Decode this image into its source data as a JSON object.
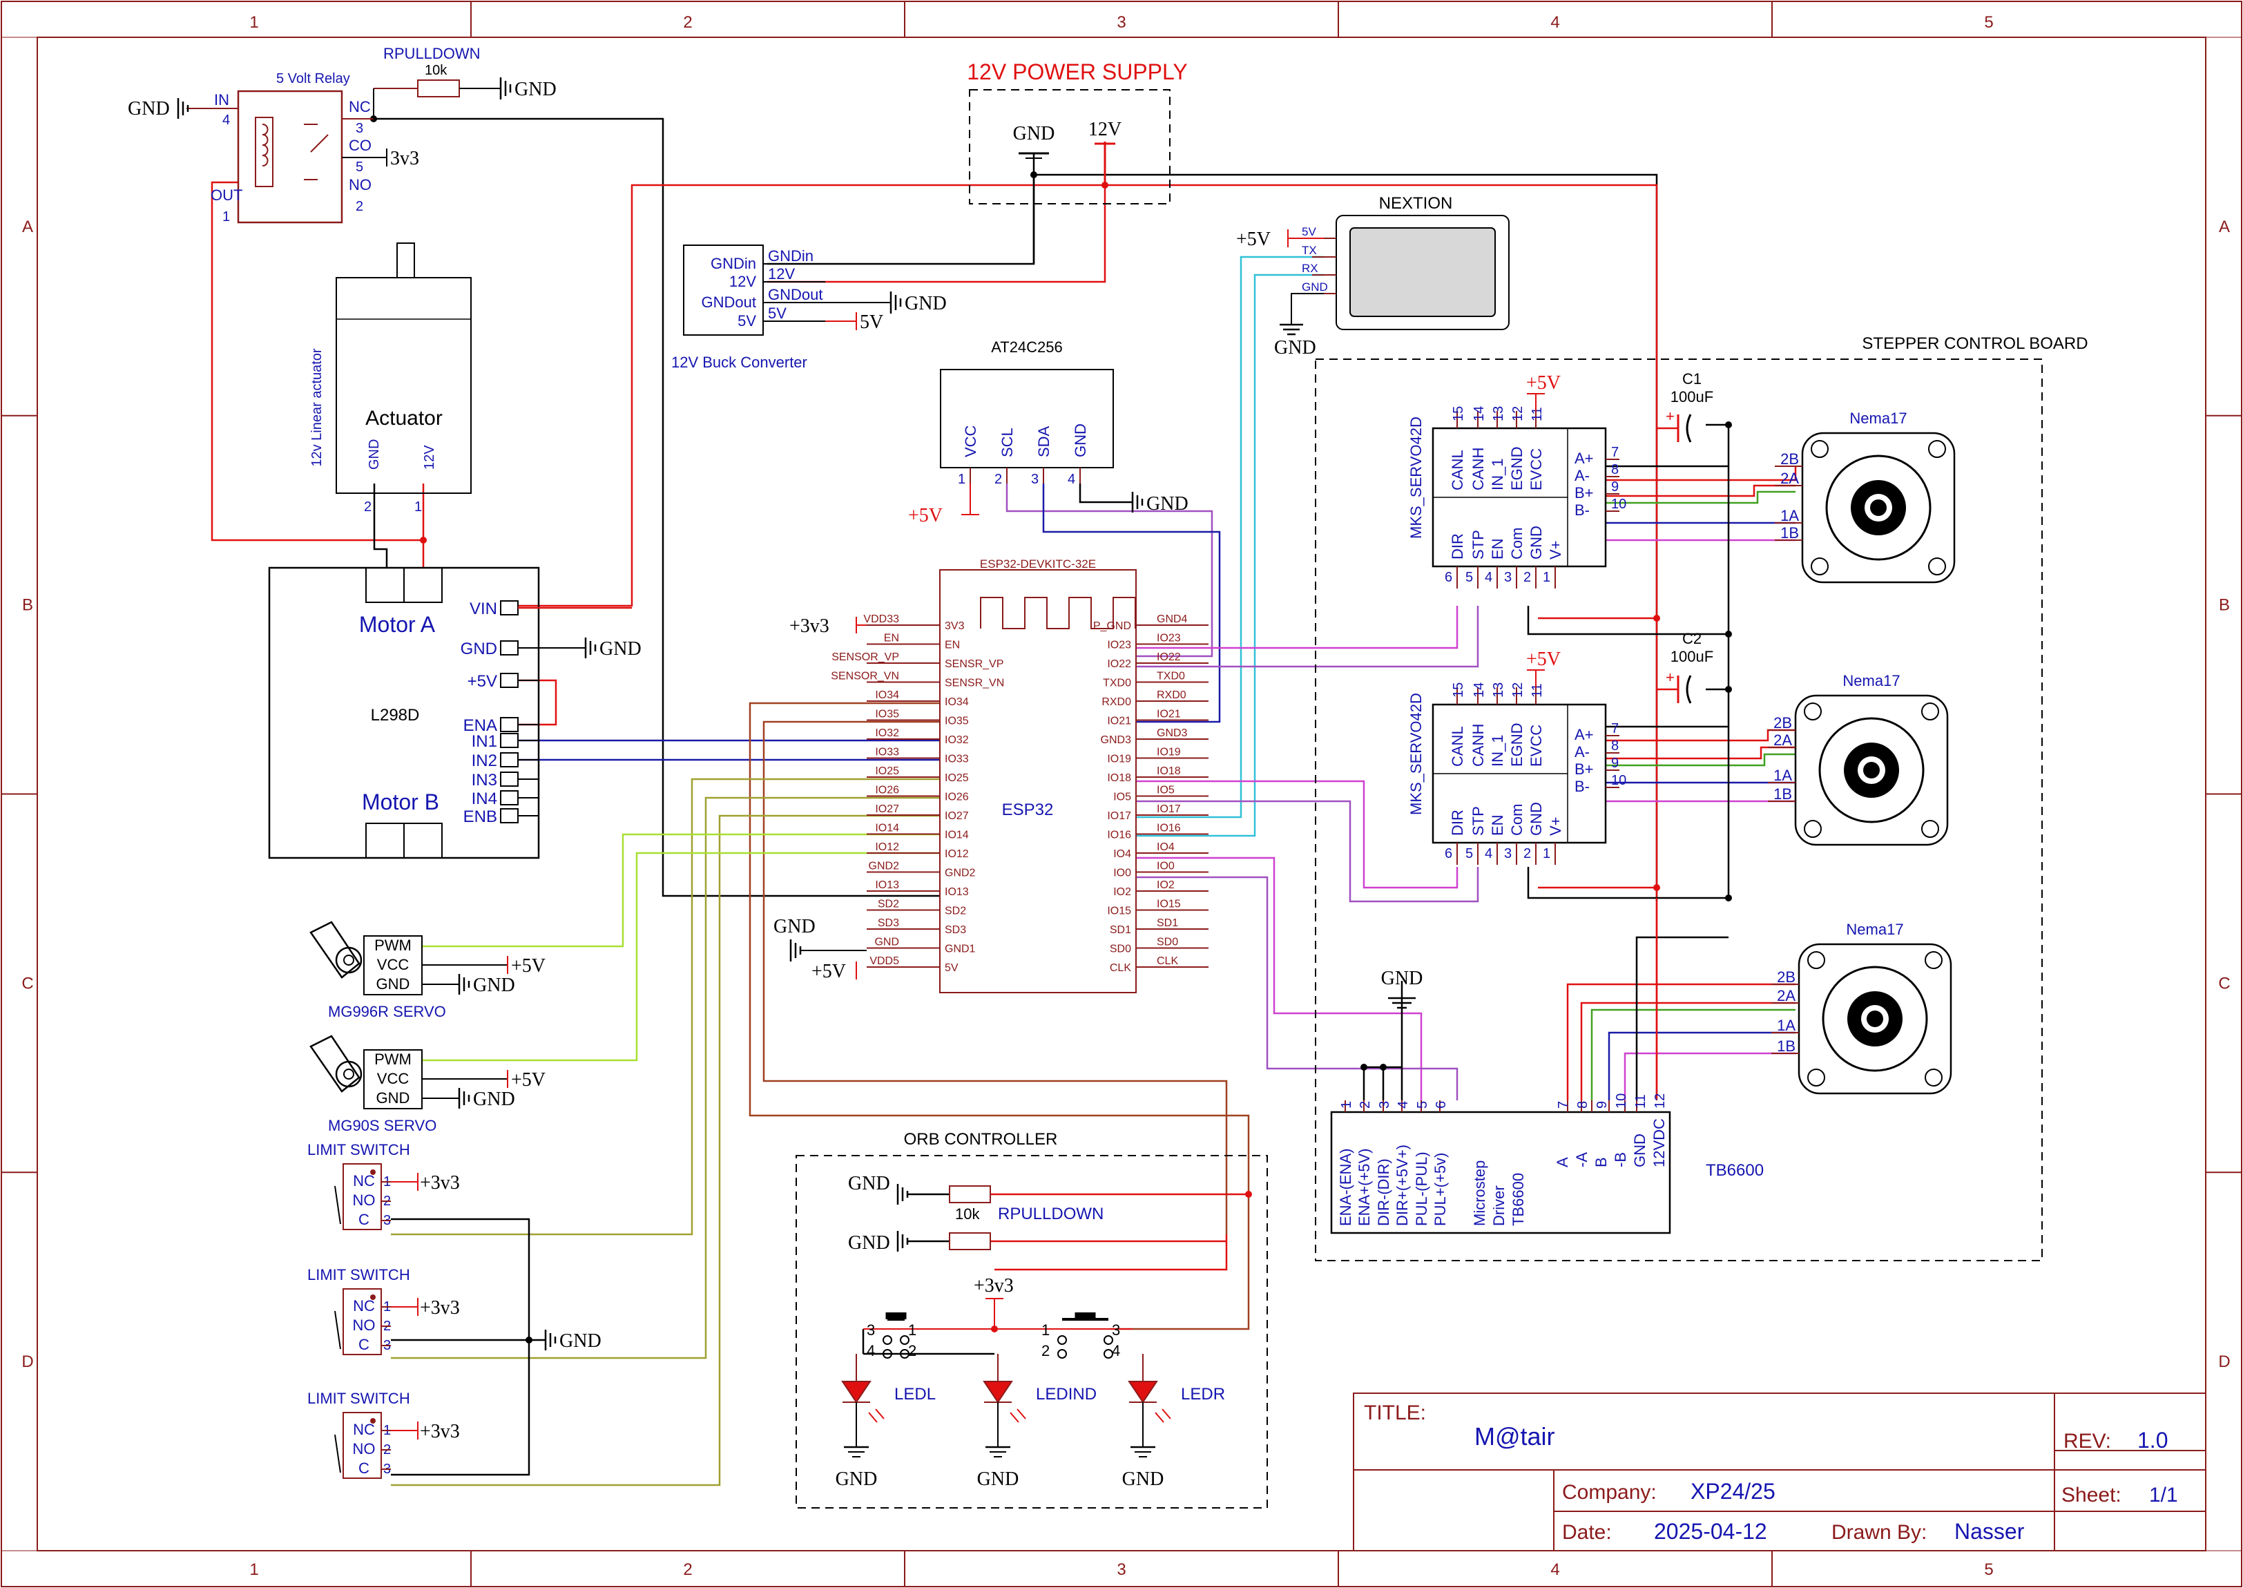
{
  "colors": {
    "frame": "#8b1a1a",
    "label": "#1515b0",
    "red": "#e01010",
    "wire_black": "#000000",
    "wire_red": "#e01010",
    "wire_blue": "#1a1aa8",
    "wire_purple": "#a050c0",
    "wire_magenta": "#d040d0",
    "wire_cyan": "#30c0d8",
    "wire_green": "#40a020",
    "wire_lime": "#a8e030",
    "wire_olive": "#a0a030",
    "wire_brown": "#a04020",
    "led_fill": "#e01010"
  },
  "border": {
    "columns": [
      "1",
      "2",
      "3",
      "4",
      "5"
    ],
    "rows": [
      "A",
      "B",
      "C",
      "D"
    ]
  },
  "power_supply": {
    "title": "12V POWER SUPPLY",
    "gnd": "GND",
    "v12": "12V"
  },
  "relay": {
    "name": "5 Volt Relay",
    "pin_in": "IN",
    "pin_in_num": "4",
    "pin_out": "OUT",
    "pin_out_num": "1",
    "nc": "NC",
    "nc_num": "3",
    "co": "CO",
    "co_num": "5",
    "no": "NO",
    "no_num": "2",
    "gnd": "GND",
    "v33": "3v3"
  },
  "rpulldown_top": {
    "name": "RPULLDOWN",
    "value": "10k",
    "gnd": "GND"
  },
  "actuator": {
    "name": "Actuator",
    "type": "12v Linear actuator",
    "pin_gnd": "GND",
    "pin_12v": "12V",
    "num_gnd": "2",
    "num_12v": "1"
  },
  "buck": {
    "name": "12V Buck Converter",
    "pins": [
      "GNDin",
      "12V",
      "GNDout",
      "5V"
    ],
    "nets": [
      "GNDin",
      "12V",
      "GNDout",
      "5V"
    ],
    "gnd": "GND",
    "v5": "5V"
  },
  "eeprom": {
    "name": "AT24C256",
    "pins": [
      "VCC",
      "SCL",
      "SDA",
      "GND"
    ],
    "nums": [
      "1",
      "2",
      "3",
      "4"
    ],
    "v5": "+5V",
    "gnd": "GND"
  },
  "nextion": {
    "name": "NEXTION",
    "pins": [
      "5V",
      "TX",
      "RX",
      "GND"
    ],
    "v5": "+5V",
    "gnd": "GND"
  },
  "l298d": {
    "name": "L298D",
    "motor_a": "Motor A",
    "motor_b": "Motor B",
    "pins": [
      "VIN",
      "GND",
      "+5V",
      "ENA",
      "IN1",
      "IN2",
      "IN3",
      "IN4",
      "ENB"
    ],
    "gnd": "GND"
  },
  "esp32": {
    "part": "ESP32-DEVKITC-32E",
    "name": "ESP32",
    "left_nets": [
      "VDD33",
      "EN",
      "SENSOR_VP",
      "SENSOR_VN",
      "IO34",
      "IO35",
      "IO32",
      "IO33",
      "IO25",
      "IO26",
      "IO27",
      "IO14",
      "IO12",
      "GND2",
      "IO13",
      "SD2",
      "SD3",
      "GND",
      "VDD5"
    ],
    "left_pins": [
      "3V3",
      "EN",
      "SENSR_VP",
      "SENSR_VN",
      "IO34",
      "IO35",
      "IO32",
      "IO33",
      "IO25",
      "IO26",
      "IO27",
      "IO14",
      "IO12",
      "GND2",
      "IO13",
      "SD2",
      "SD3",
      "GND1",
      "5V"
    ],
    "right_pins": [
      "P_GND",
      "IO23",
      "IO22",
      "TXD0",
      "RXD0",
      "IO21",
      "GND3",
      "IO19",
      "IO18",
      "IO5",
      "IO17",
      "IO16",
      "IO4",
      "IO0",
      "IO2",
      "IO15",
      "SD1",
      "SD0",
      "CLK"
    ],
    "right_nets": [
      "GND4",
      "IO23",
      "IO22",
      "TXD0",
      "RXD0",
      "IO21",
      "GND3",
      "IO19",
      "IO18",
      "IO5",
      "IO17",
      "IO16",
      "IO4",
      "IO0",
      "IO2",
      "IO15",
      "SD1",
      "SD0",
      "CLK"
    ],
    "v33": "+3v3",
    "gnd": "GND",
    "v5": "+5V"
  },
  "servo1": {
    "name": "MG996R SERVO",
    "pins": [
      "PWM",
      "VCC",
      "GND"
    ],
    "v5": "+5V",
    "gnd": "GND"
  },
  "servo2": {
    "name": "MG90S SERVO",
    "pins": [
      "PWM",
      "VCC",
      "GND"
    ],
    "v5": "+5V",
    "gnd": "GND"
  },
  "limit_switches": [
    {
      "name": "LIMIT SWITCH",
      "pins": [
        "NC",
        "NO",
        "C"
      ],
      "nums": [
        "1",
        "2",
        "3"
      ],
      "v33": "+3v3"
    },
    {
      "name": "LIMIT SWITCH",
      "pins": [
        "NC",
        "NO",
        "C"
      ],
      "nums": [
        "1",
        "2",
        "3"
      ],
      "v33": "+3v3"
    },
    {
      "name": "LIMIT SWITCH",
      "pins": [
        "NC",
        "NO",
        "C"
      ],
      "nums": [
        "1",
        "2",
        "3"
      ],
      "v33": "+3v3"
    }
  ],
  "limit_gnd": "GND",
  "orb": {
    "title": "ORB CONTROLLER",
    "gnd": "GND",
    "resistor_value": "10k",
    "rpulldown": "RPULLDOWN",
    "v33": "+3v3",
    "switch_nums": [
      "3",
      "4",
      "1",
      "2"
    ],
    "leds": [
      "LEDL",
      "LEDIND",
      "LEDR"
    ]
  },
  "stepper_board": {
    "title": "STEPPER CONTROL BOARD",
    "driver_name": "MKS_SERVO42D",
    "top_nums": [
      "15",
      "14",
      "13",
      "12",
      "11"
    ],
    "top_pins": [
      "CANL",
      "CANH",
      "IN_1",
      "EGND",
      "EVCC"
    ],
    "bottom_pins": [
      "DIR",
      "STP",
      "EN",
      "Com",
      "GND",
      "V+"
    ],
    "bottom_nums": [
      "6",
      "5",
      "4",
      "3",
      "2",
      "1"
    ],
    "right_pins": [
      "A+",
      "A-",
      "B+",
      "B-"
    ],
    "right_nums": [
      "7",
      "8",
      "9",
      "10"
    ],
    "v5": "+5V",
    "c1": {
      "name": "C1",
      "value": "100uF"
    },
    "c2": {
      "name": "C2",
      "value": "100uF"
    },
    "motor": "Nema17",
    "coil_labels": [
      "2B",
      "2A",
      "1A",
      "1B"
    ],
    "tb6600": {
      "name": "TB6600",
      "left_pins": [
        "ENA-(ENA)",
        "ENA+(+5V)",
        "DIR-(DIR)",
        "DIR+(+5V+)",
        "PUL-(PUL)",
        "PUL+(+5v)"
      ],
      "left_nums": [
        "1",
        "2",
        "3",
        "4",
        "5",
        "6"
      ],
      "desc": [
        "Microstep",
        "Driver",
        "TB6600"
      ],
      "right_pins": [
        "A",
        "-A",
        "B",
        "-B",
        "GND",
        "12VDC"
      ],
      "right_nums": [
        "7",
        "8",
        "9",
        "10",
        "11",
        "12"
      ],
      "gnd": "GND"
    }
  },
  "title_block": {
    "title_label": "TITLE:",
    "title": "M@tair",
    "rev_label": "REV:",
    "rev": "1.0",
    "company_label": "Company:",
    "company": "XP24/25",
    "sheet_label": "Sheet:",
    "sheet": "1/1",
    "date_label": "Date:",
    "date": "2025-04-12",
    "drawn_label": "Drawn By:",
    "drawn": "Nasser"
  }
}
